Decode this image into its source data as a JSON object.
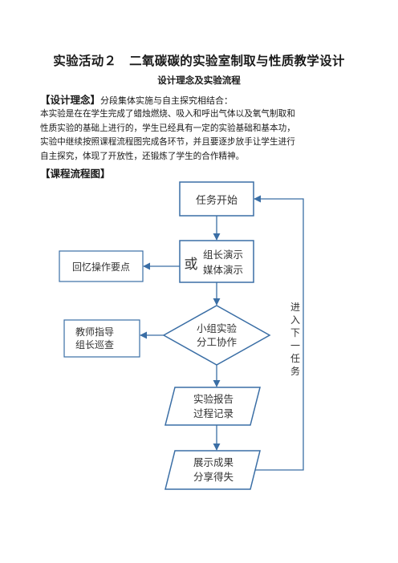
{
  "title": "实验活动２　二氧碳碳的实验室制取与性质教学设计",
  "subtitle": "设计理念及实验流程",
  "design_concept": {
    "heading": "【设计理念】",
    "lead": "分段集体实施与自主探究相结合：",
    "lines": [
      "本实验是在在学生完成了蜡烛燃烧、吸入和呼出气体以及氧气制取和",
      "性质实验的基础上进行的，学生已经具有一定的实验基础和基本功，",
      "实验中继续按照课程流程图完成各环节，并且要逐步放手让学生进行",
      "自主探究，体现了开放性，还锻炼了学生的合作精神。"
    ]
  },
  "flow_heading": "【课程流程图】",
  "flowchart": {
    "start": "任务开始",
    "demo_or": "或",
    "demo_lines": [
      "组长演示",
      "媒体演示"
    ],
    "recall": "回忆操作要点",
    "group_lines": [
      "小组实验",
      "分工协作"
    ],
    "teacher_lines": [
      "教师指导",
      "组长巡查"
    ],
    "report_lines": [
      "实验报告",
      "过程记录"
    ],
    "show_lines": [
      "展示成果",
      "分享得失"
    ],
    "loop_chars": [
      "进",
      "入",
      "下",
      "一",
      "任",
      "务"
    ],
    "colors": {
      "stroke": "#3a6ea5",
      "text": "#333333"
    }
  }
}
